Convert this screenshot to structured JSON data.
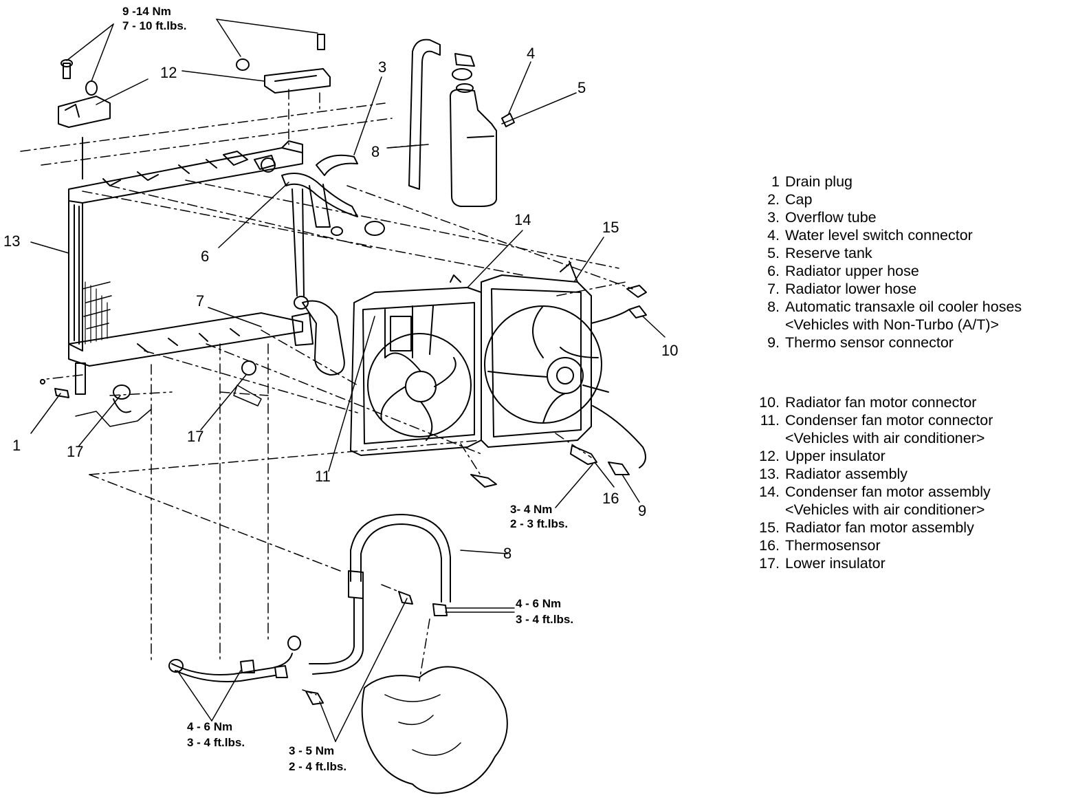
{
  "callouts": {
    "c1": "1",
    "c3": "3",
    "c4": "4",
    "c5": "5",
    "c6": "6",
    "c7": "7",
    "c8a": "8",
    "c8b": "8",
    "c9": "9",
    "c10": "10",
    "c11": "11",
    "c12": "12",
    "c13": "13",
    "c14": "14",
    "c15": "15",
    "c16": "16",
    "c17a": "17",
    "c17b": "17"
  },
  "torque": {
    "t1": {
      "nm": "9 -14  Nm",
      "ft": "7 - 10  ft.lbs."
    },
    "t2": {
      "nm": "3- 4  Nm",
      "ft": "2 - 3  ft.lbs."
    },
    "t3": {
      "nm": "4 - 6  Nm",
      "ft": "3 - 4  ft.lbs."
    },
    "t4": {
      "nm": "4 - 6  Nm",
      "ft": "3 - 4  ft.lbs."
    },
    "t5": {
      "nm": "3 - 5  Nm",
      "ft": "2 - 4  ft.lbs."
    }
  },
  "legend": [
    {
      "num": "1",
      "text": "Drain plug"
    },
    {
      "num": "2.",
      "text": "Cap"
    },
    {
      "num": "3.",
      "text": "Overflow tube"
    },
    {
      "num": "4.",
      "text": "Water level switch connector"
    },
    {
      "num": "5.",
      "text": "Reserve tank"
    },
    {
      "num": "6.",
      "text": "Radiator upper hose"
    },
    {
      "num": "7.",
      "text": "Radiator lower hose"
    },
    {
      "num": "8.",
      "text": "Automatic transaxle oil cooler hoses",
      "sub": "<Vehicles with Non-Turbo (A/T)>"
    },
    {
      "num": "9.",
      "text": "Thermo sensor connector"
    },
    {
      "num": "10.",
      "text": "Radiator fan motor connector"
    },
    {
      "num": "11.",
      "text": "Condenser fan motor connector",
      "sub": "<Vehicles with air conditioner>"
    },
    {
      "num": "12.",
      "text": "Upper insulator"
    },
    {
      "num": "13.",
      "text": "Radiator assembly"
    },
    {
      "num": "14.",
      "text": "Condenser fan motor assembly",
      "sub": "<Vehicles with air conditioner>"
    },
    {
      "num": "15.",
      "text": "Radiator fan motor assembly"
    },
    {
      "num": "16.",
      "text": "Thermosensor"
    },
    {
      "num": "17.",
      "text": "Lower insulator"
    }
  ]
}
